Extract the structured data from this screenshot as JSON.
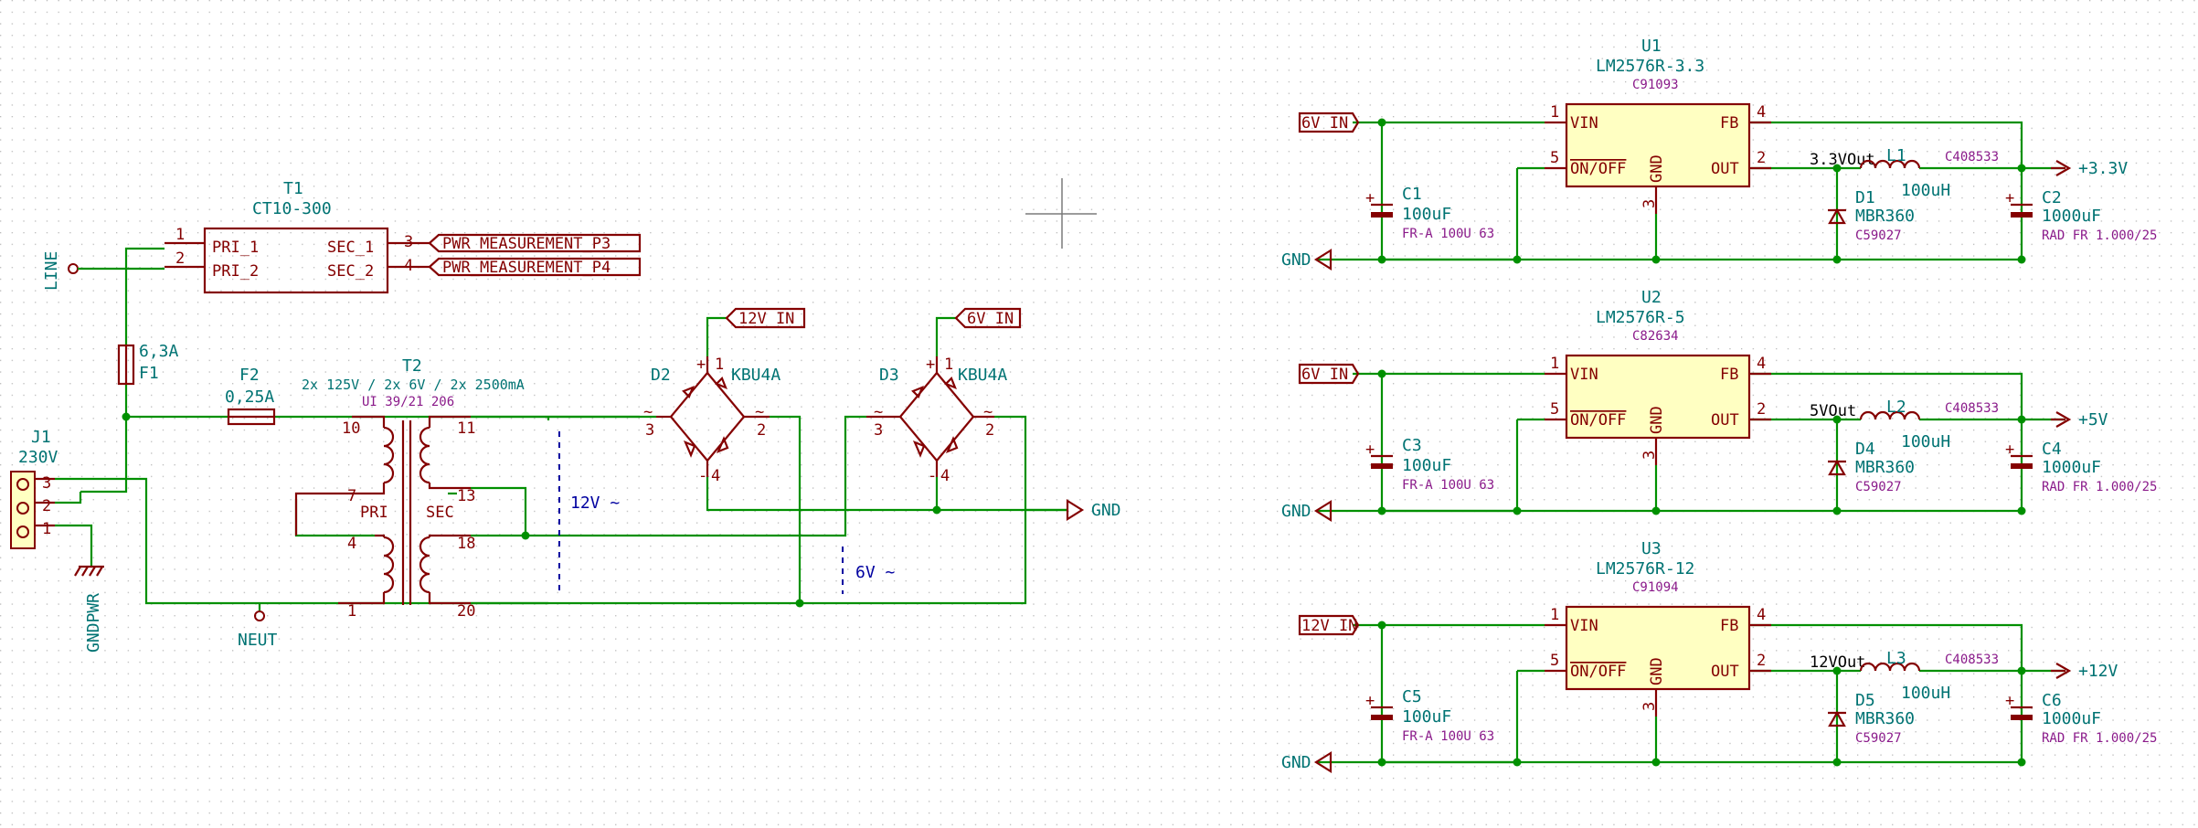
{
  "transformer_t1": {
    "ref": "T1",
    "value": "CT10-300",
    "pin_pri1": "PRI_1",
    "pin_pri2": "PRI_2",
    "pin_sec1": "SEC_1",
    "pin_sec2": "SEC_2",
    "n1": "1",
    "n2": "2",
    "n3": "3",
    "n4": "4"
  },
  "labels": {
    "pwr_p3": "PWR_MEASUREMENT_P3",
    "pwr_p4": "PWR_MEASUREMENT_P4",
    "v12_in": "12V_IN",
    "v6_in": "6V_IN"
  },
  "line": "LINE",
  "neut": "NEUT",
  "gndpwr": "GNDPWR",
  "gnd": "GND",
  "fuse_f1": {
    "ref": "F1",
    "value": "6,3A"
  },
  "fuse_f2": {
    "ref": "F2",
    "value": "0,25A"
  },
  "transformer_t2": {
    "ref": "T2",
    "value": "2x 125V / 2x 6V / 2x 2500mA",
    "part": "UI 39/21 206",
    "pri": "PRI",
    "sec": "SEC",
    "p10": "10",
    "p7": "7",
    "p4": "4",
    "p1": "1",
    "p11": "11",
    "p13": "13",
    "p18": "18",
    "p20": "20"
  },
  "j1": {
    "ref": "J1",
    "value": "230V",
    "p3": "3",
    "p2": "2",
    "p1": "1"
  },
  "d2": {
    "ref": "D2",
    "value": "KBU4A",
    "p1": "1",
    "p2": "2",
    "p3": "3",
    "p4": "4",
    "plus": "+",
    "minus": "-",
    "ac": "~"
  },
  "d3": {
    "ref": "D3",
    "value": "KBU4A",
    "p1": "1",
    "p2": "2",
    "p3": "3",
    "p4": "4",
    "plus": "+",
    "minus": "-",
    "ac": "~"
  },
  "notes": {
    "v12": "12V ~",
    "v6": "6V ~"
  },
  "regulators": [
    {
      "ref": "U1",
      "value": "LM2576R-3.3",
      "part": "C91093",
      "in_label": "6V_IN",
      "cin_ref": "C1",
      "cin_val": "100uF",
      "cin_part": "FR-A 100U 63",
      "d_ref": "D1",
      "d_val": "MBR360",
      "d_part": "C59027",
      "out_net": "3.3VOut",
      "l_ref": "L1",
      "l_val": "100uH",
      "l_part": "C408533",
      "cout_ref": "C2",
      "cout_val": "1000uF",
      "cout_part": "RAD FR 1.000/25",
      "rail": "+3.3V"
    },
    {
      "ref": "U2",
      "value": "LM2576R-5",
      "part": "C82634",
      "in_label": "6V_IN",
      "cin_ref": "C3",
      "cin_val": "100uF",
      "cin_part": "FR-A 100U 63",
      "d_ref": "D4",
      "d_val": "MBR360",
      "d_part": "C59027",
      "out_net": "5VOut",
      "l_ref": "L2",
      "l_val": "100uH",
      "l_part": "C408533",
      "cout_ref": "C4",
      "cout_val": "1000uF",
      "cout_part": "RAD FR 1.000/25",
      "rail": "+5V"
    },
    {
      "ref": "U3",
      "value": "LM2576R-12",
      "part": "C91094",
      "in_label": "12V_IN",
      "cin_ref": "C5",
      "cin_val": "100uF",
      "cin_part": "FR-A 100U 63",
      "d_ref": "D5",
      "d_val": "MBR360",
      "d_part": "C59027",
      "out_net": "12VOut",
      "l_ref": "L3",
      "l_val": "100uH",
      "l_part": "C408533",
      "cout_ref": "C6",
      "cout_val": "1000uF",
      "cout_part": "RAD FR 1.000/25",
      "rail": "+12V"
    }
  ],
  "reg_pins": {
    "vin": "VIN",
    "onoff": "ON/OFF",
    "gnd": "GND",
    "fb": "FB",
    "out": "OUT",
    "n1": "1",
    "n2": "2",
    "n3": "3",
    "n4": "4",
    "n5": "5"
  }
}
